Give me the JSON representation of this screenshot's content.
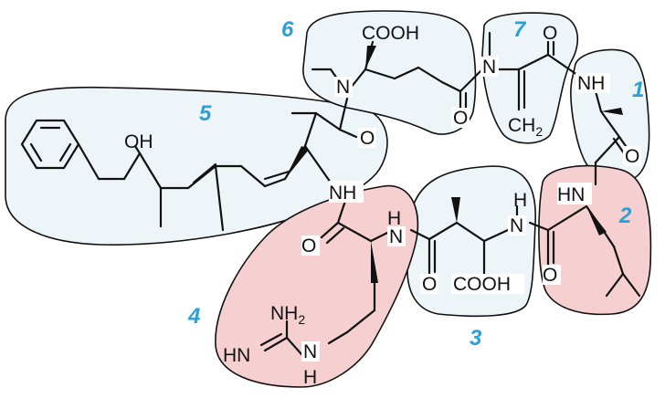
{
  "fragments": [
    {
      "number": "1"
    },
    {
      "number": "2"
    },
    {
      "number": "3"
    },
    {
      "number": "4"
    },
    {
      "number": "5"
    },
    {
      "number": "6"
    },
    {
      "number": "7"
    }
  ],
  "atoms": {
    "cooh_top": "COOH",
    "n_fragment6": "N",
    "o_fragment6": "O",
    "o_ketone7": "O",
    "n_fragment7": "N",
    "ch_7": "CH",
    "ch_7_sub": "2",
    "nh_fragment1": "NH",
    "o_fragment1": "O",
    "hn_fragment2": "HN",
    "o_fragment2": "O",
    "o_fragment5": "O",
    "oh_fragment5": "OH",
    "nh_fragment5": "NH",
    "o_fragment4": "O",
    "hn_fragment4": "H",
    "n_fragment4": "N",
    "o_fragment3": "O",
    "cooh_fragment3": "COOH",
    "hn_fragment3": "H",
    "n_fragment3": "N",
    "nh2_guanidine": "NH",
    "nh2_sub": "2",
    "hn_guanidine": "HN",
    "n_guanidine": "N",
    "h_guanidine": "H"
  }
}
